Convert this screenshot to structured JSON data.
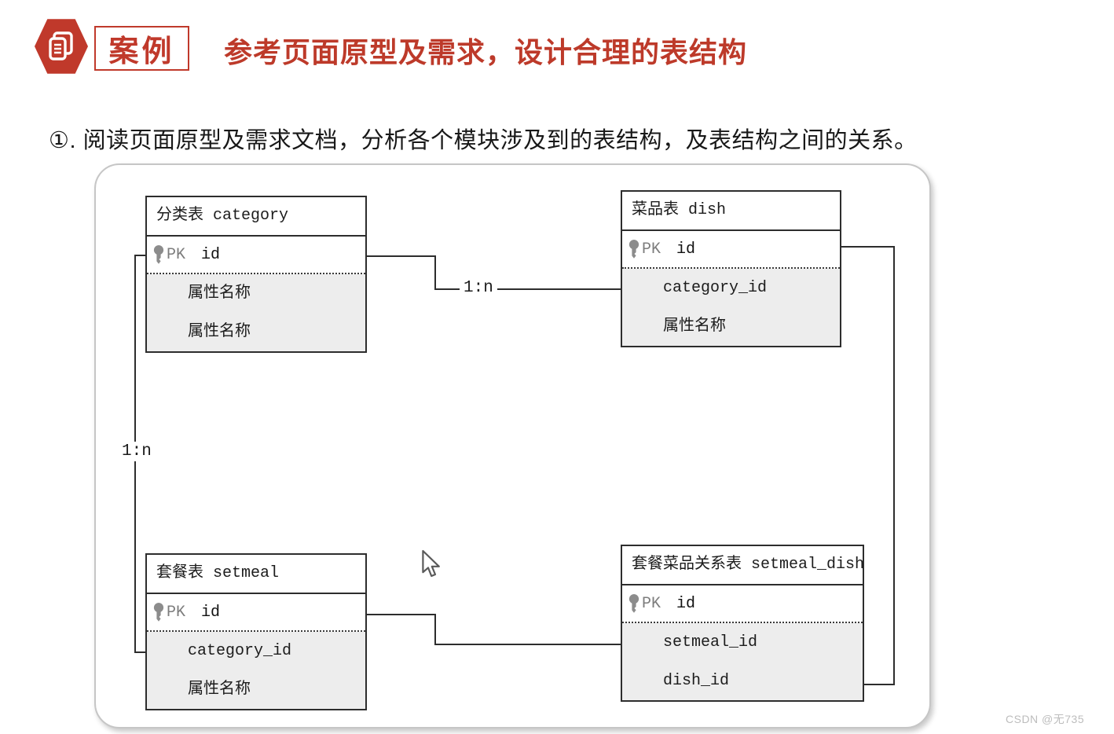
{
  "header": {
    "badge_label": "案例",
    "title": "参考页面原型及需求，设计合理的表结构"
  },
  "instruction": "①. 阅读页面原型及需求文档，分析各个模块涉及到的表结构，及表结构之间的关系。",
  "diagram": {
    "tables": [
      {
        "name": "category",
        "title": "分类表 category",
        "pk_label": "PK",
        "pk_field": "id",
        "attrs": [
          "属性名称",
          "属性名称"
        ]
      },
      {
        "name": "dish",
        "title": "菜品表 dish",
        "pk_label": "PK",
        "pk_field": "id",
        "attrs": [
          "category_id",
          "属性名称"
        ]
      },
      {
        "name": "setmeal",
        "title": "套餐表 setmeal",
        "pk_label": "PK",
        "pk_field": "id",
        "attrs": [
          "category_id",
          "属性名称"
        ]
      },
      {
        "name": "setmeal_dish",
        "title": "套餐菜品关系表 setmeal_dish",
        "pk_label": "PK",
        "pk_field": "id",
        "attrs": [
          "setmeal_id",
          "dish_id"
        ]
      }
    ],
    "relations": [
      {
        "from": "category",
        "to": "dish",
        "label": "1:n"
      },
      {
        "from": "category",
        "to": "setmeal",
        "label": "1:n"
      },
      {
        "from": "setmeal",
        "to": "setmeal_dish",
        "label": ""
      },
      {
        "from": "dish",
        "to": "setmeal_dish",
        "label": ""
      }
    ]
  },
  "icons": {
    "badge": "document-icon",
    "primary_key": "key-icon",
    "pointer": "mouse-cursor-icon"
  },
  "colors": {
    "accent_red": "#c0392b",
    "title_red": "#bd3a2a",
    "table_border": "#2d2d2d",
    "attr_row_bg": "#ededed",
    "container_border": "#c6c6c6",
    "key_gray": "#8c8c8c",
    "watermark_gray": "#bdbdbd"
  },
  "watermark": "CSDN @无735"
}
